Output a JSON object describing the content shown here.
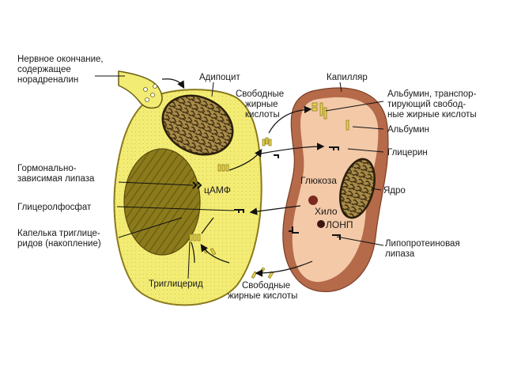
{
  "labels": {
    "nerve_ending": [
      "Нервное окончание,",
      "содержащее",
      "норадреналин"
    ],
    "adipocyte": "Адипоцит",
    "capillary": "Капилляр",
    "free_fa_top": [
      "Свободные",
      "жирные",
      "кислоты"
    ],
    "albumin_transport": [
      "Альбумин, транспор-",
      "тирующий свобод-",
      "ные жирные кислоты"
    ],
    "albumin": "Альбумин",
    "glycerol": "Глицерин",
    "hormone_lipase": [
      "Гормонально-",
      "зависимая липаза"
    ],
    "camp": "цАМФ",
    "glucose": "Глюкоза",
    "nucleus": "Ядро",
    "glycerophosphate": "Глицеролфосфат",
    "chylo": "Хило",
    "vldl": "ЛОНП",
    "droplet": [
      "Капелька триглице-",
      "ридов (накопление)"
    ],
    "lpl": [
      "Липопротеиновая",
      "липаза"
    ],
    "triglyceride": "Триглицерид",
    "free_fa_bottom": [
      "Свободные",
      "жирные кислоты"
    ]
  },
  "colors": {
    "adipocyte_fill": "#f3ec74",
    "adipocyte_stroke": "#8a7a1c",
    "droplet": "#8a7a1a",
    "nucleus_fill": "#a58a45",
    "nucleus_texture": "#3a2a10",
    "capillary_wall": "#b56a4a",
    "capillary_lumen": "#f3c9a8",
    "fatty_acid": "#e8d54a",
    "chylo_dot": "#7a2a1e",
    "vldl_dot": "#3a1810",
    "arrow": "#111111"
  }
}
